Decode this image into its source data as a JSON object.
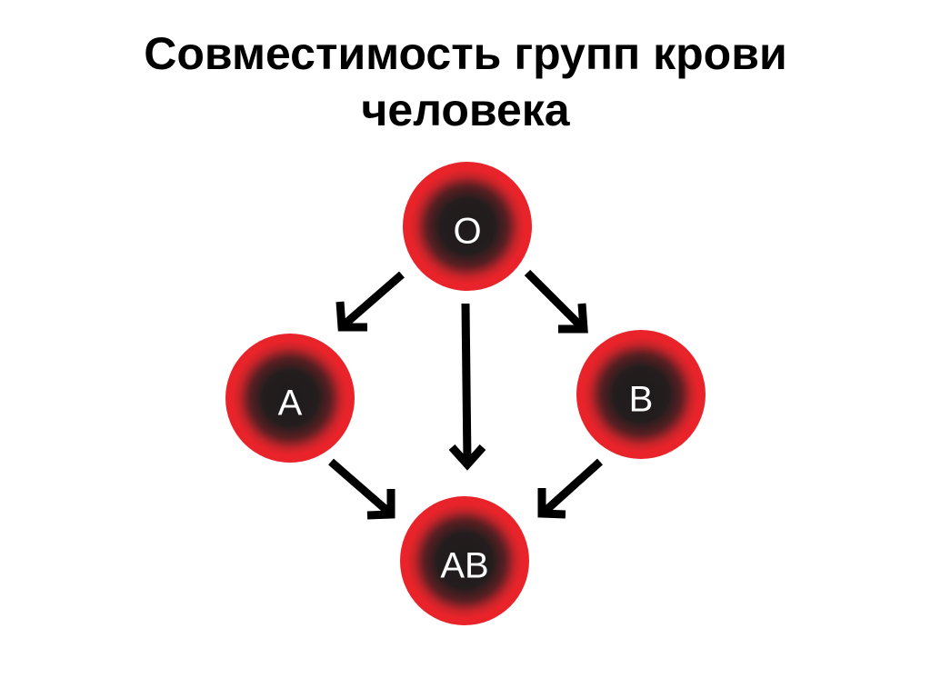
{
  "title": {
    "line1": "Совместимость групп крови",
    "line2": "человека"
  },
  "colors": {
    "node_outer": "#e8232a",
    "node_inner": "#1e1a1b",
    "arrow": "#000000",
    "label": "#ffffff"
  },
  "nodes": {
    "o": {
      "label": "O"
    },
    "a": {
      "label": "A"
    },
    "b": {
      "label": "B"
    },
    "ab": {
      "label": "AB"
    }
  },
  "edges": [
    {
      "from": "O",
      "to": "A"
    },
    {
      "from": "O",
      "to": "B"
    },
    {
      "from": "O",
      "to": "AB"
    },
    {
      "from": "A",
      "to": "AB"
    },
    {
      "from": "B",
      "to": "AB"
    }
  ]
}
